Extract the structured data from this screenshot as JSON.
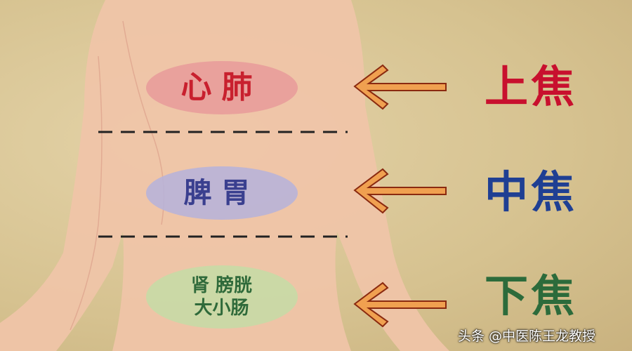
{
  "organs": {
    "upper": "心肺",
    "middle": "脾胃",
    "lower_line1": "肾 膀胱",
    "lower_line2": "大小肠"
  },
  "burners": {
    "upper": "上焦",
    "middle": "中焦",
    "lower": "下焦"
  },
  "watermark": "头条 @中医陈王龙教授",
  "colors": {
    "upper": "#c8102e",
    "middle": "#1f3f93",
    "lower": "#2c6b3b",
    "arrow": "#e8893a"
  }
}
